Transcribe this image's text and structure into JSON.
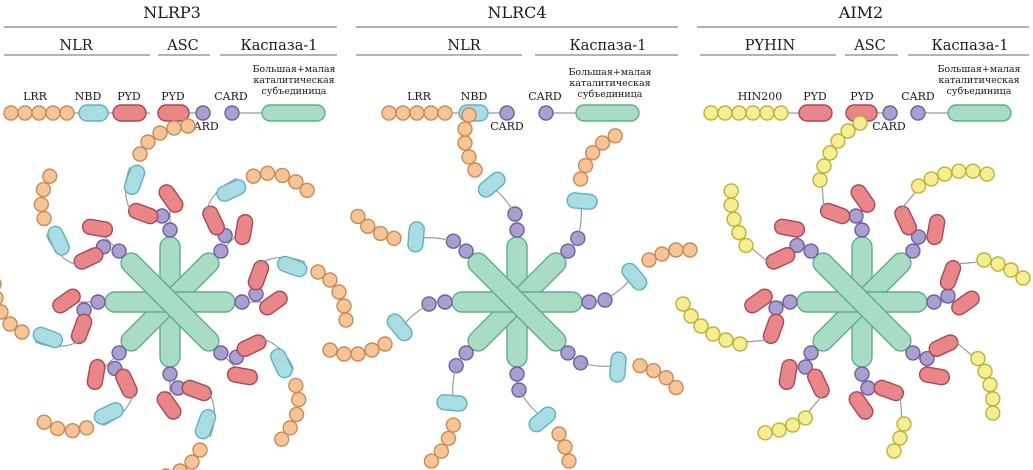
{
  "colors": {
    "lrr": "#f5c598",
    "lrr_stroke": "#c98a55",
    "nbd": "#a9dde3",
    "nbd_stroke": "#5fb2bf",
    "pyd": "#e8868a",
    "pyd_stroke": "#a94850",
    "card": "#ab9fcf",
    "card_stroke": "#6e5fa0",
    "hin": "#f5ee93",
    "hin_stroke": "#bdb236",
    "casp": "#a8dcc5",
    "casp_stroke": "#5daf8a",
    "line": "#9a9a9a"
  },
  "panels": [
    {
      "title": "NLRP3",
      "groups": [
        "NLR",
        "ASC",
        "Каспаза-1"
      ],
      "domains": [
        "LRR",
        "NBD",
        "PYD",
        "PYD",
        "CARD",
        "CARD"
      ],
      "caspase_label": [
        "Большая+малая",
        "каталитическая",
        "субъединица"
      ]
    },
    {
      "title": "NLRC4",
      "groups": [
        "NLR",
        "Каспаза-1"
      ],
      "domains": [
        "LRR",
        "NBD",
        "CARD",
        "CARD"
      ],
      "caspase_label": [
        "Большая+малая",
        "каталитическая",
        "субъединица"
      ]
    },
    {
      "title": "AIM2",
      "groups": [
        "PYHIN",
        "ASC",
        "Каспаза-1"
      ],
      "domains": [
        "HIN200",
        "PYD",
        "PYD",
        "CARD",
        "CARD"
      ],
      "caspase_label": [
        "Большая+малая",
        "каталитическая",
        "субъединица"
      ]
    }
  ]
}
